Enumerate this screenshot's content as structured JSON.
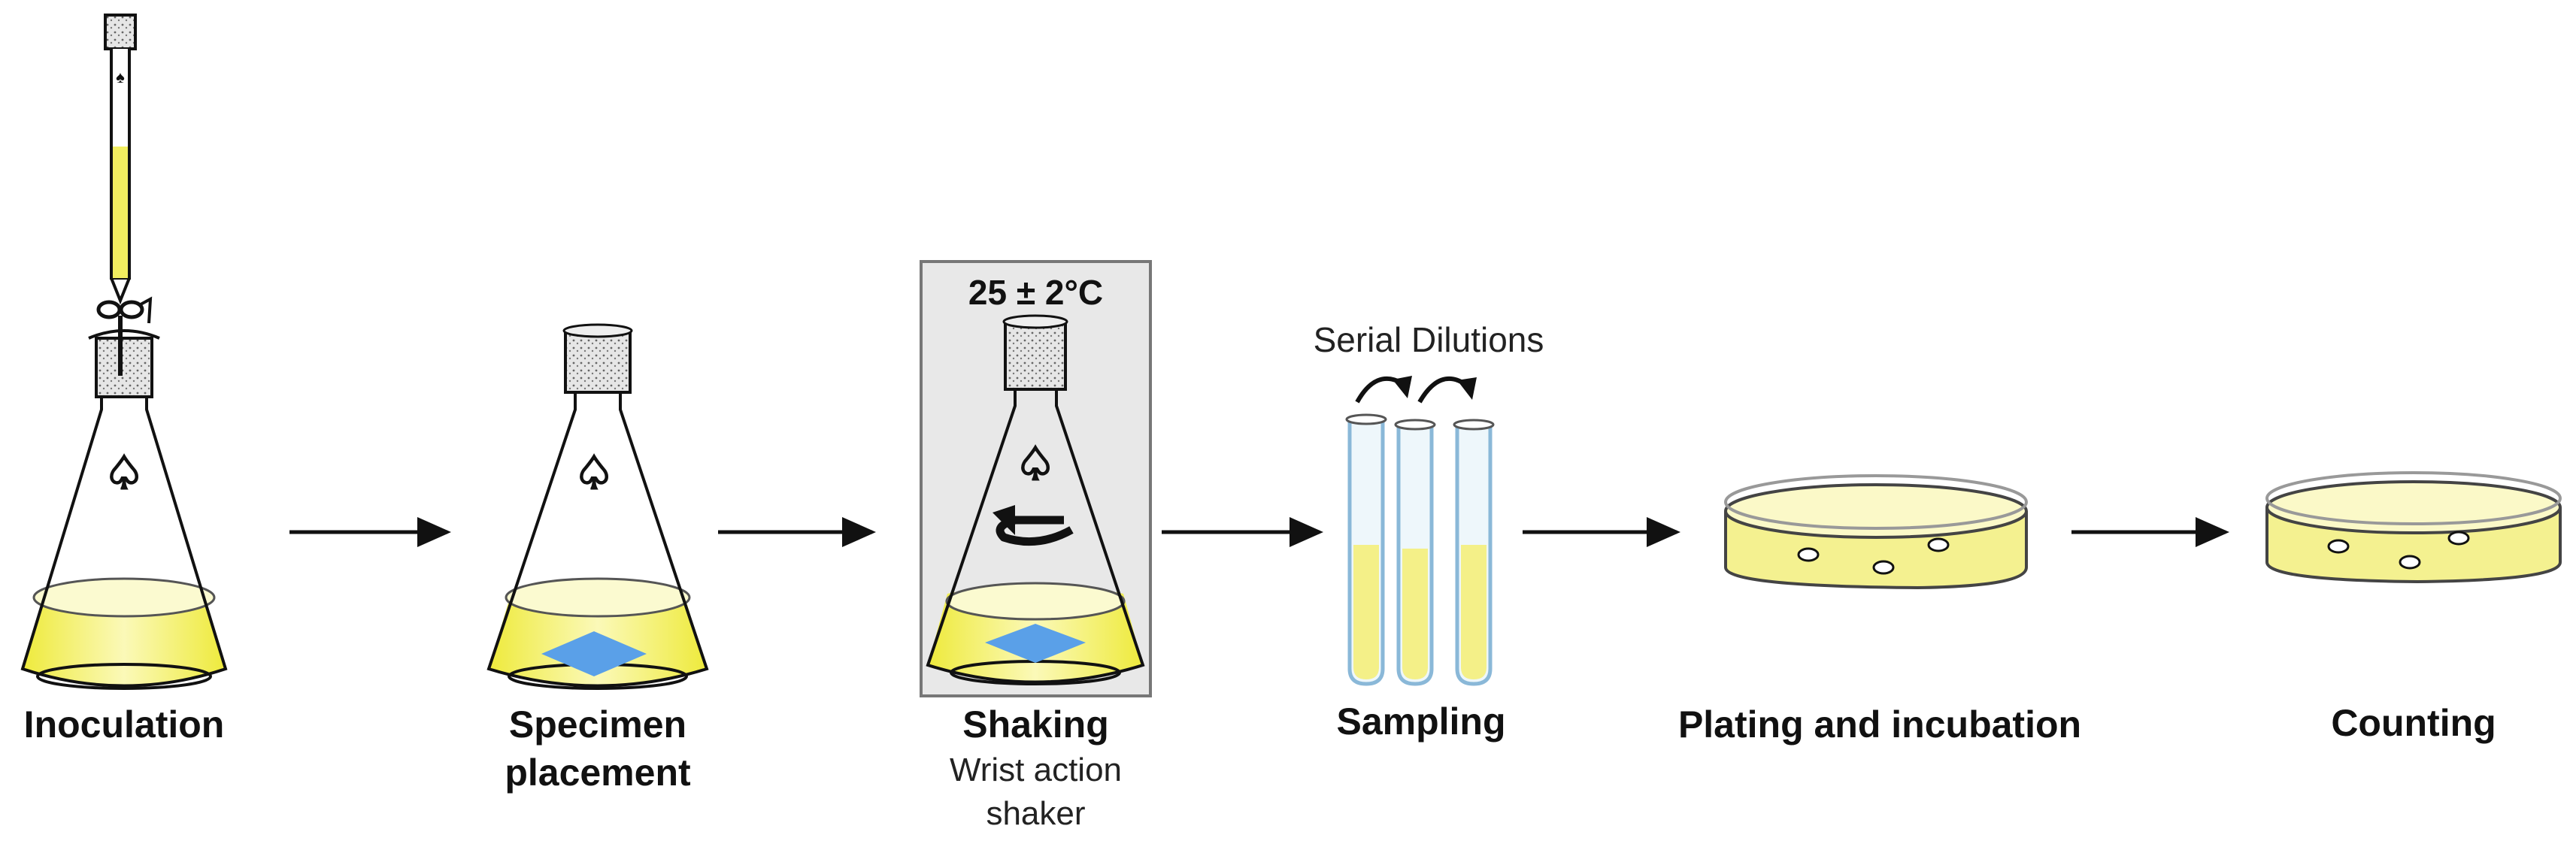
{
  "steps": [
    {
      "label": "Inoculation"
    },
    {
      "label": "Specimen placement"
    },
    {
      "label": "Shaking",
      "sublabel": "Wrist action shaker"
    },
    {
      "label": "Sampling"
    },
    {
      "label": "Plating and incubation"
    },
    {
      "label": "Counting"
    }
  ],
  "shaking": {
    "temperature": "25 ± 2°C"
  },
  "sampling": {
    "serial_label": "Serial Dilutions"
  },
  "colors": {
    "liquid": "#f2f07a",
    "liquid_light": "#fbfac8",
    "specimen": "#5aa0e8",
    "stopper": "#e0e0e0",
    "shaker_box": "#e8e8e8",
    "outline": "#222222"
  },
  "icons": [
    "flask-icon",
    "burette-icon",
    "stopper-icon",
    "specimen-icon",
    "rotation-arrow-icon",
    "test-tube-icon",
    "petri-dish-icon",
    "colony-icon",
    "arrow-icon"
  ]
}
